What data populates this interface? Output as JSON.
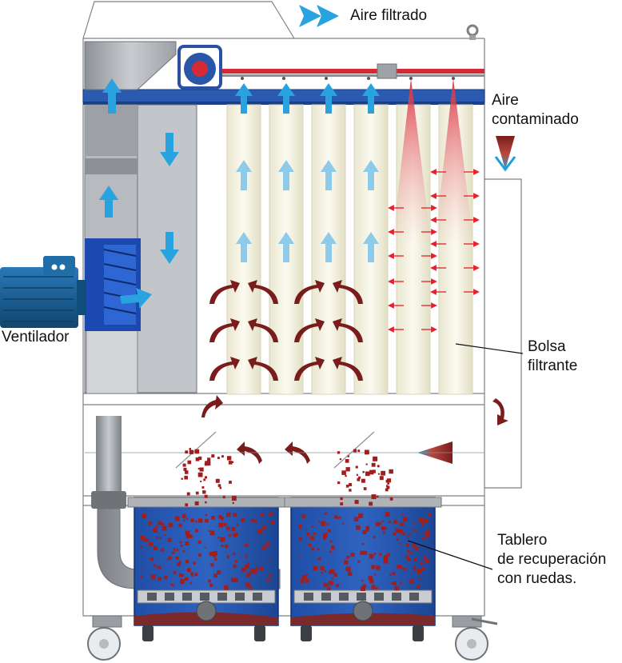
{
  "labels": {
    "filtered_air": "Aire filtrado",
    "contaminated_air_line1": "Aire",
    "contaminated_air_line2": "contaminado",
    "fan": "Ventilador",
    "filter_bag_line1": "Bolsa",
    "filter_bag_line2": "filtrante",
    "recovery_bin_line1": "Tablero",
    "recovery_bin_line2": "de recuperación",
    "recovery_bin_line3": "con ruedas."
  },
  "colors": {
    "clean_air_arrow": "#29a3df",
    "contaminated_arrow": "#7a1c1c",
    "blue_panel": "#2a56a8",
    "dust": "#a01e1e",
    "frame_gray": "#a9adb2"
  },
  "icons": {
    "filtered_air_legend": "double-arrow-right-icon",
    "contaminated_air_legend": "dark-red-to-blue-arrow-down-icon"
  }
}
